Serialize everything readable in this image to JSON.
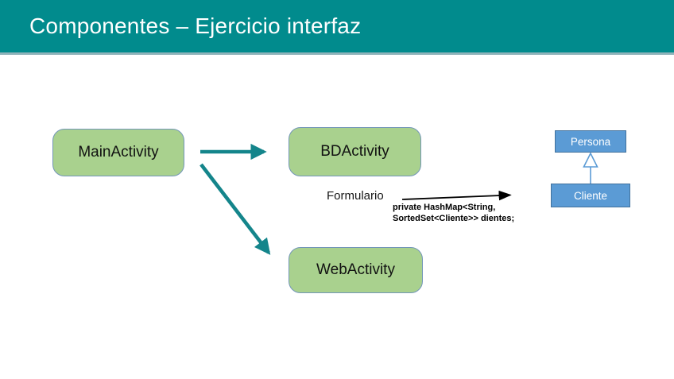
{
  "slide": {
    "title": "Componentes – Ejercicio interfaz"
  },
  "diagram": {
    "nodes": {
      "main_activity": "MainActivity",
      "bd_activity": "BDActivity",
      "web_activity": "WebActivity",
      "persona": "Persona",
      "cliente": "Cliente"
    },
    "labels": {
      "formulario": "Formulario",
      "code_line1": "private HashMap<String,",
      "code_line2": "SortedSet<Cliente>> dientes;"
    },
    "colors": {
      "header_teal": "#018B8D",
      "header_edge": "#8FB3BA",
      "arrow_teal": "#14858B",
      "node_green_fill": "#A9D18E",
      "node_green_border": "#7396B8",
      "node_blue_fill": "#5B9BD5",
      "node_blue_border": "#41719C",
      "code_text": "#000000"
    }
  }
}
